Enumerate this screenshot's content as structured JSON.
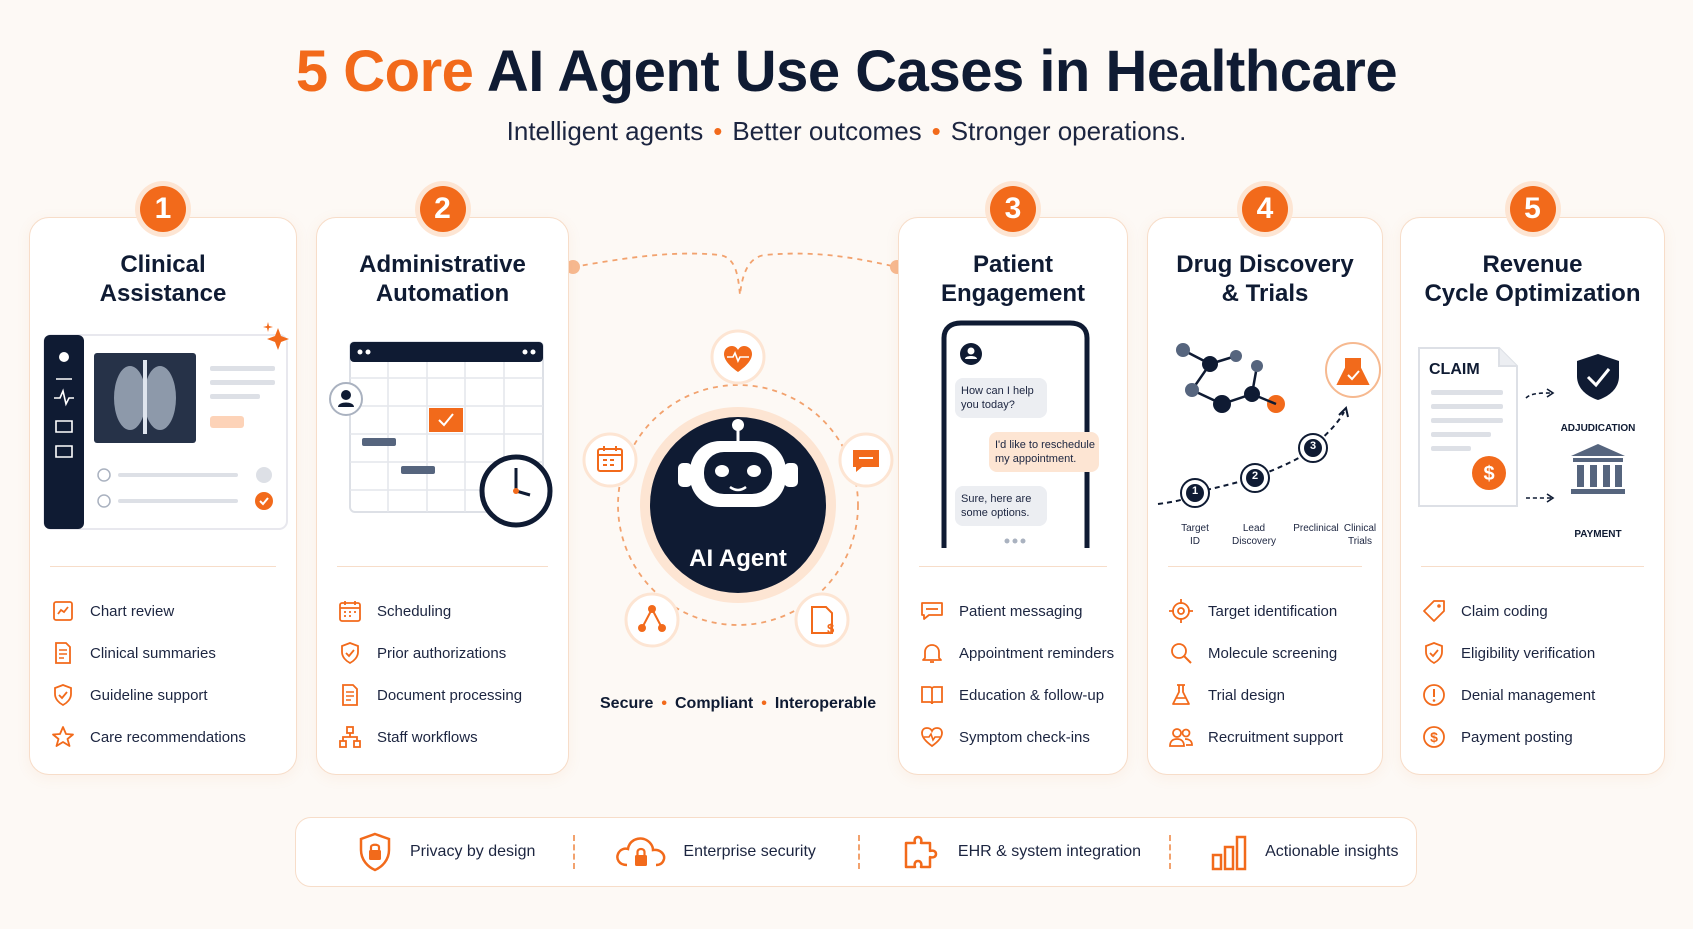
{
  "header": {
    "title_accent": "5 Core",
    "title_rest": "AI Agent Use Cases in Healthcare",
    "tagline": [
      "Intelligent agents",
      "Better outcomes",
      "Stronger operations."
    ]
  },
  "center": {
    "agent_label": "AI Agent",
    "pillars": [
      "Secure",
      "Compliant",
      "Interoperable"
    ]
  },
  "cards": [
    {
      "number": "1",
      "title_lines": [
        "Clinical",
        "Assistance"
      ],
      "items": [
        {
          "icon": "chart-icon",
          "label": "Chart review"
        },
        {
          "icon": "document-icon",
          "label": "Clinical summaries"
        },
        {
          "icon": "shield-check-icon",
          "label": "Guideline support"
        },
        {
          "icon": "star-icon",
          "label": "Care recommendations"
        }
      ]
    },
    {
      "number": "2",
      "title_lines": [
        "Administrative",
        "Automation"
      ],
      "items": [
        {
          "icon": "calendar-icon",
          "label": "Scheduling"
        },
        {
          "icon": "shield-check-icon",
          "label": "Prior authorizations"
        },
        {
          "icon": "document-icon",
          "label": "Document processing"
        },
        {
          "icon": "workflow-icon",
          "label": "Staff workflows"
        }
      ]
    },
    {
      "number": "3",
      "title_lines": [
        "Patient",
        "Engagement"
      ],
      "items": [
        {
          "icon": "chat-icon",
          "label": "Patient messaging"
        },
        {
          "icon": "bell-icon",
          "label": "Appointment reminders"
        },
        {
          "icon": "book-icon",
          "label": "Education & follow-up"
        },
        {
          "icon": "heart-pulse-icon",
          "label": "Symptom check-ins"
        }
      ],
      "chat": [
        "How can I help you today?",
        "I'd like to reschedule my appointment.",
        "Sure, here are some options."
      ]
    },
    {
      "number": "4",
      "title_lines": [
        "Drug Discovery",
        "& Trials"
      ],
      "items": [
        {
          "icon": "target-icon",
          "label": "Target identification"
        },
        {
          "icon": "search-icon",
          "label": "Molecule screening"
        },
        {
          "icon": "flask-icon",
          "label": "Trial design"
        },
        {
          "icon": "people-icon",
          "label": "Recruitment support"
        }
      ],
      "stages": [
        {
          "n": "1",
          "label": "Target\nID"
        },
        {
          "n": "2",
          "label": "Lead\nDiscovery"
        },
        {
          "n": "3",
          "label": "Preclinical"
        },
        {
          "n": "",
          "label": "Clinical\nTrials"
        }
      ]
    },
    {
      "number": "5",
      "title_lines": [
        "Revenue",
        "Cycle Optimization"
      ],
      "items": [
        {
          "icon": "tag-icon",
          "label": "Claim coding"
        },
        {
          "icon": "shield-check-icon",
          "label": "Eligibility verification"
        },
        {
          "icon": "alert-icon",
          "label": "Denial management"
        },
        {
          "icon": "dollar-icon",
          "label": "Payment posting"
        }
      ],
      "claim_label": "CLAIM",
      "adjudication_label": "ADJUDICATION",
      "payment_label": "PAYMENT"
    }
  ],
  "footer": {
    "features": [
      {
        "icon": "shield-lock-icon",
        "label": "Privacy by design"
      },
      {
        "icon": "cloud-lock-icon",
        "label": "Enterprise security"
      },
      {
        "icon": "puzzle-icon",
        "label": "EHR & system integration"
      },
      {
        "icon": "bar-chart-icon",
        "label": "Actionable insights"
      }
    ]
  },
  "colors": {
    "accent": "#f26a1b",
    "navy": "#0f1b33",
    "border": "#f7ddc9",
    "background": "#fdf9f5"
  }
}
